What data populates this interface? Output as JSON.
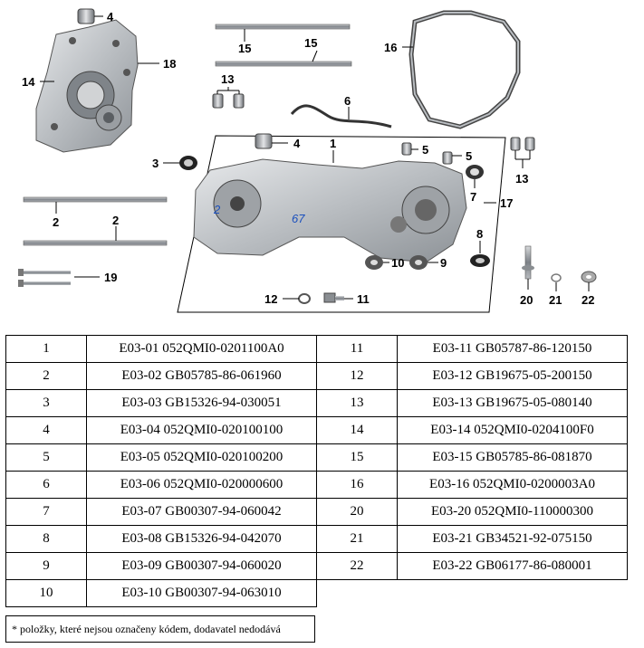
{
  "diagram": {
    "callouts": [
      "4",
      "18",
      "14",
      "15",
      "15",
      "16",
      "13",
      "6",
      "4",
      "1",
      "5",
      "5",
      "3",
      "13",
      "7",
      "17",
      "2",
      "2",
      "8",
      "10",
      "9",
      "19",
      "12",
      "11",
      "20",
      "21",
      "22"
    ],
    "casing_handwriting": [
      "2",
      "67"
    ]
  },
  "parts_table": {
    "left": [
      {
        "num": "1",
        "code": "E03-01 052QMI0-0201100A0"
      },
      {
        "num": "2",
        "code": "E03-02 GB05785-86-061960"
      },
      {
        "num": "3",
        "code": "E03-03 GB15326-94-030051"
      },
      {
        "num": "4",
        "code": "E03-04 052QMI0-020100100"
      },
      {
        "num": "5",
        "code": "E03-05 052QMI0-020100200"
      },
      {
        "num": "6",
        "code": "E03-06 052QMI0-020000600"
      },
      {
        "num": "7",
        "code": "E03-07 GB00307-94-060042"
      },
      {
        "num": "8",
        "code": "E03-08 GB15326-94-042070"
      },
      {
        "num": "9",
        "code": "E03-09 GB00307-94-060020"
      },
      {
        "num": "10",
        "code": "E03-10 GB00307-94-063010"
      }
    ],
    "right": [
      {
        "num": "11",
        "code": "E03-11 GB05787-86-120150"
      },
      {
        "num": "12",
        "code": "E03-12 GB19675-05-200150"
      },
      {
        "num": "13",
        "code": "E03-13 GB19675-05-080140"
      },
      {
        "num": "14",
        "code": "E03-14 052QMI0-0204100F0"
      },
      {
        "num": "15",
        "code": "E03-15 GB05785-86-081870"
      },
      {
        "num": "16",
        "code": "E03-16 052QMI0-0200003A0"
      },
      {
        "num": "20",
        "code": "E03-20 052QMI0-110000300"
      },
      {
        "num": "21",
        "code": "E03-21 GB34521-92-075150"
      },
      {
        "num": "22",
        "code": "E03-22 GB06177-86-080001"
      }
    ]
  },
  "footnote": "* položky, které nejsou označeny kódem, dodavatel nedodává"
}
